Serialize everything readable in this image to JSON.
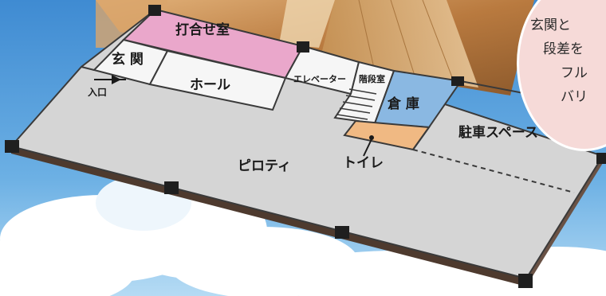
{
  "colors": {
    "sky_top": "#4b93d6",
    "sky_bottom": "#a9d4f2",
    "floor": "#d5d5d5",
    "meeting_room": "#eaa7cb",
    "storage": "#8ab8e2",
    "toilet": "#f0b983",
    "room_white": "#f6f6f6",
    "frame_edge": "#4e3a2e",
    "callout_bg": "#f6dad8"
  },
  "rooms": {
    "meeting_room": "打合せ室",
    "entrance": "玄 関",
    "hall": "ホール",
    "elevator": "エレベーター",
    "stairs": "階段室",
    "storage": "倉 庫",
    "toilet": "トイレ",
    "parking": "駐車スペース",
    "piloti": "ピロティ",
    "entry_mark": "入口"
  },
  "callout": {
    "lines": [
      "玄関と",
      "段差を",
      "フル",
      "バリ"
    ]
  }
}
